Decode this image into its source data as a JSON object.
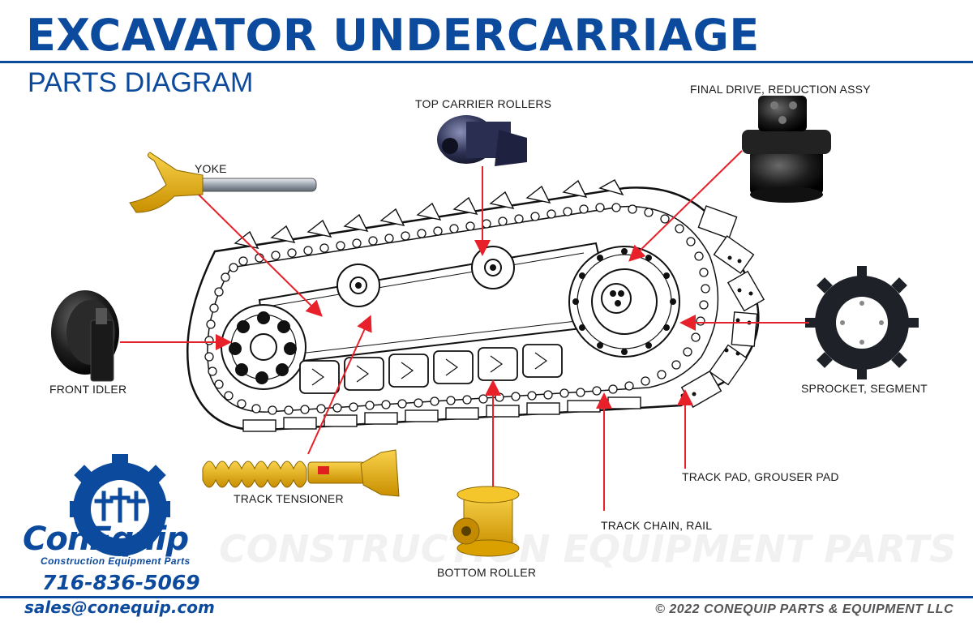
{
  "header": {
    "title": "EXCAVATOR UNDERCARRIAGE",
    "subtitle": "PARTS DIAGRAM"
  },
  "parts": {
    "top_carrier_rollers": "TOP CARRIER ROLLERS",
    "final_drive": "FINAL DRIVE, REDUCTION ASSY",
    "yoke": "YOKE",
    "front_idler": "FRONT IDLER",
    "sprocket": "SPROCKET, SEGMENT",
    "track_tensioner": "TRACK TENSIONER",
    "track_pad": "TRACK PAD, GROUSER PAD",
    "track_chain": "TRACK CHAIN, RAIL",
    "bottom_roller": "BOTTOM ROLLER"
  },
  "logo": {
    "name": "ConEquip",
    "tagline": "Construction Equipment Parts"
  },
  "contact": {
    "phone": "716-836-5069",
    "email": "sales@conequip.com"
  },
  "footer": {
    "copyright": "© 2022 CONEQUIP PARTS & EQUIPMENT LLC"
  },
  "watermark": "CONSTRUCTION EQUIPMENT PARTS",
  "colors": {
    "brand_blue": "#0b4a9c",
    "arrow_red": "#e8202a",
    "part_yellow": "#e8b00a"
  }
}
